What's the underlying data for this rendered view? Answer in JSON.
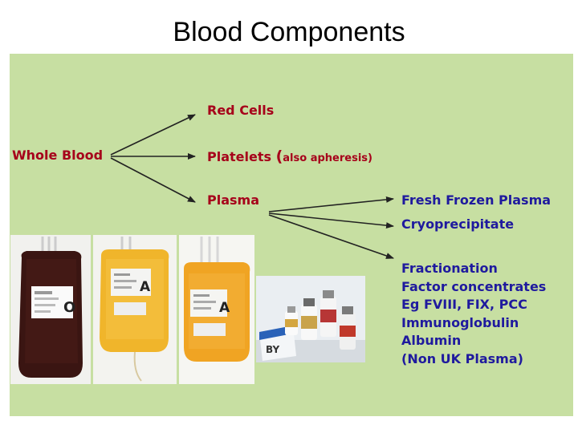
{
  "title": "Blood Components",
  "colors": {
    "panel": "#c7dfa2",
    "red_text": "#a6001a",
    "blue_text": "#1f1a9e",
    "arrow": "#222222"
  },
  "source": {
    "label": "Whole Blood"
  },
  "components": {
    "red_cells": "Red Cells",
    "platelets": "Platelets",
    "platelets_paren_open": "(",
    "platelets_note": "also apheresis)",
    "plasma": "Plasma"
  },
  "plasma_products": {
    "ffp": "Fresh Frozen Plasma",
    "cryo": "Cryoprecipitate"
  },
  "fractionation": {
    "items": [
      "Fractionation",
      "Factor concentrates",
      "Eg FVIII, FIX, PCC",
      "Immunoglobulin",
      "Albumin",
      "(Non UK Plasma)"
    ]
  },
  "photos": {
    "red_cell_bag": {
      "icon": "red-cell-bag-icon",
      "group_label": "O"
    },
    "platelet_bag": {
      "icon": "platelet-bag-icon",
      "group_label": "A"
    },
    "plasma_bag": {
      "icon": "plasma-bag-icon",
      "group_label": "A"
    },
    "vials": {
      "icon": "fractionated-product-vials-icon",
      "box_label": "BY"
    }
  }
}
